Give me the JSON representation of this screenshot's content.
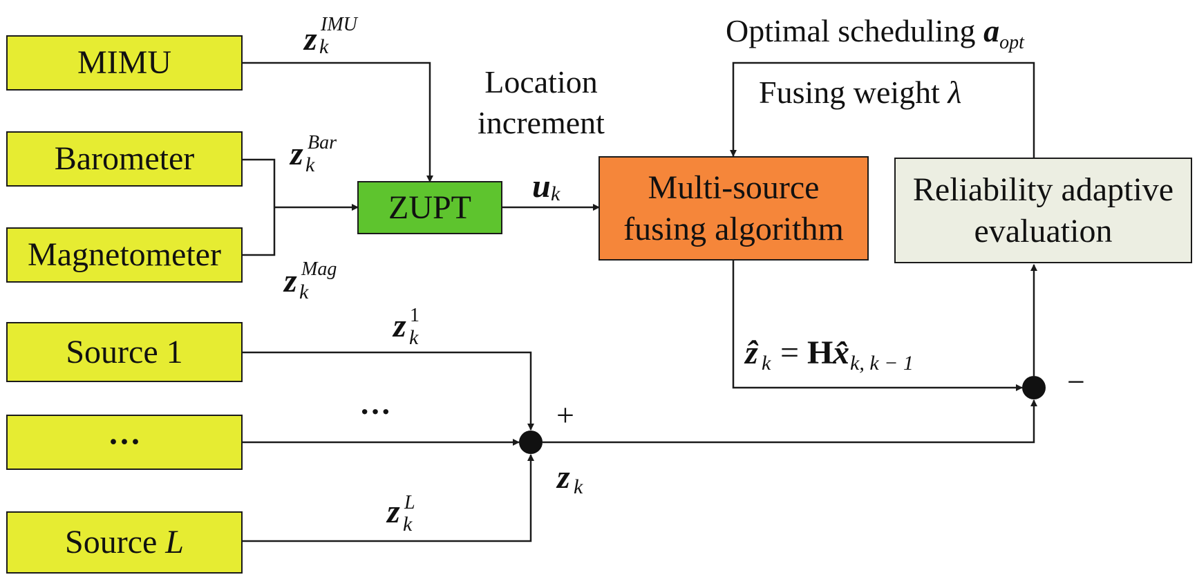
{
  "blocks": {
    "mimu": "MIMU",
    "barometer": "Barometer",
    "magnetometer": "Magnetometer",
    "source1": "Source 1",
    "source_dots": "···",
    "source_l_prefix": "Source ",
    "source_l_var": "L",
    "zupt": "ZUPT",
    "fusing_line1": "Multi-source",
    "fusing_line2": "fusing algorithm",
    "reliability_line1": "Reliability adaptive",
    "reliability_line2": "evaluation"
  },
  "labels": {
    "location_line1": "Location",
    "location_line2": "increment",
    "optimal_text": "Optimal scheduling ",
    "optimal_sym": "a",
    "optimal_sub": "opt",
    "fusing_weight_text": "Fusing weight ",
    "fusing_weight_sym": "λ",
    "middle_dots": "···",
    "plus": "+",
    "minus": "−"
  },
  "symbols": {
    "z_base": "z",
    "k": "k",
    "imu_sup": "IMU",
    "bar_sup": "Bar",
    "mag_sup": "Mag",
    "src1_sup": "1",
    "srcL_sup": "L",
    "u_base": "u",
    "zhat_base": "ẑ",
    "eq_mid": " = ",
    "H": "H",
    "xhat": "x̂",
    "eq_sub": "k, k − 1"
  }
}
